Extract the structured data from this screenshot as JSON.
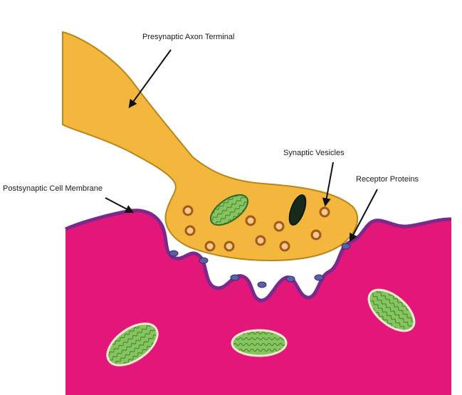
{
  "labels": {
    "axon_terminal": "Presynaptic Axon Terminal",
    "synaptic_vesicles": "Synaptic Vesicles",
    "cell_membrane": "Postsynaptic Cell Membrane",
    "receptor_proteins": "Receptor Proteins"
  },
  "colors": {
    "axon_fill": "#f2b73c",
    "axon_stroke": "#b88619",
    "postsynaptic_fill": "#e3177a",
    "postsynaptic_membrane": "#7a2a8a",
    "vesicle_fill": "#f5c98a",
    "vesicle_stroke": "#a25a1a",
    "mitochondria_fill": "#7fbd5a",
    "mitochondria_stroke": "#2e6a2e",
    "receptor_fill": "#5b5fa8",
    "background": "#ffffff"
  }
}
